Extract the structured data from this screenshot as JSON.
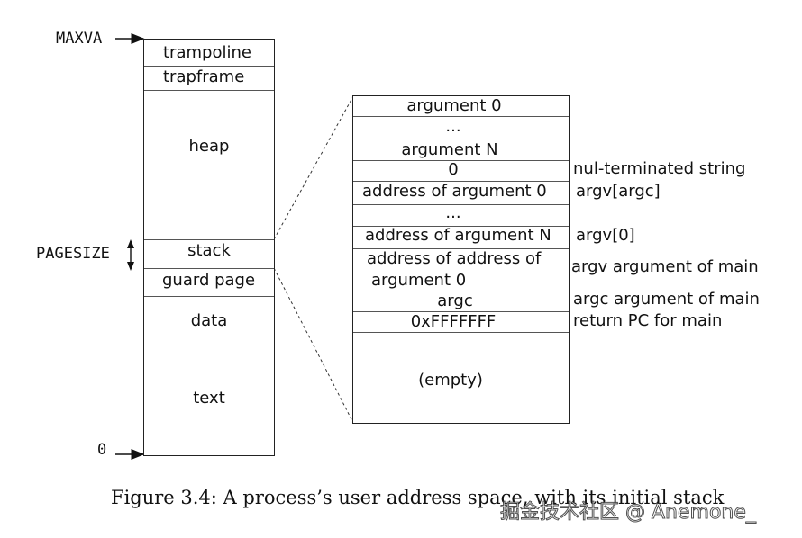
{
  "left_column": {
    "markers": {
      "maxva": "MAXVA",
      "pagesize": "PAGESIZE",
      "zero": "0"
    },
    "regions": {
      "trampoline": "trampoline",
      "trapframe": "trapframe",
      "heap": "heap",
      "stack": "stack",
      "guard_page": "guard page",
      "data": "data",
      "text": "text"
    }
  },
  "stack_detail": {
    "rows": {
      "arg0": "argument 0",
      "dots1": "...",
      "argN": "argument N",
      "zero": "0",
      "addr_arg0": "address of argument 0",
      "dots2": "...",
      "addr_argN": "address of argument N",
      "addr_addr_line1": "address of address of",
      "addr_addr_line2": "argument 0",
      "argc": "argc",
      "return_pc": "0xFFFFFFF",
      "empty": "(empty)"
    },
    "annotations": {
      "nul": "nul-terminated string",
      "argv_argc": "argv[argc]",
      "argv0": "argv[0]",
      "argv_main": "argv argument of main",
      "argc_main": "argc argument of main",
      "return_pc": "return PC for main"
    }
  },
  "caption": "Figure 3.4: A process’s user address space, with its initial stack",
  "watermark": "掘金技术社区 @ Anemone_"
}
